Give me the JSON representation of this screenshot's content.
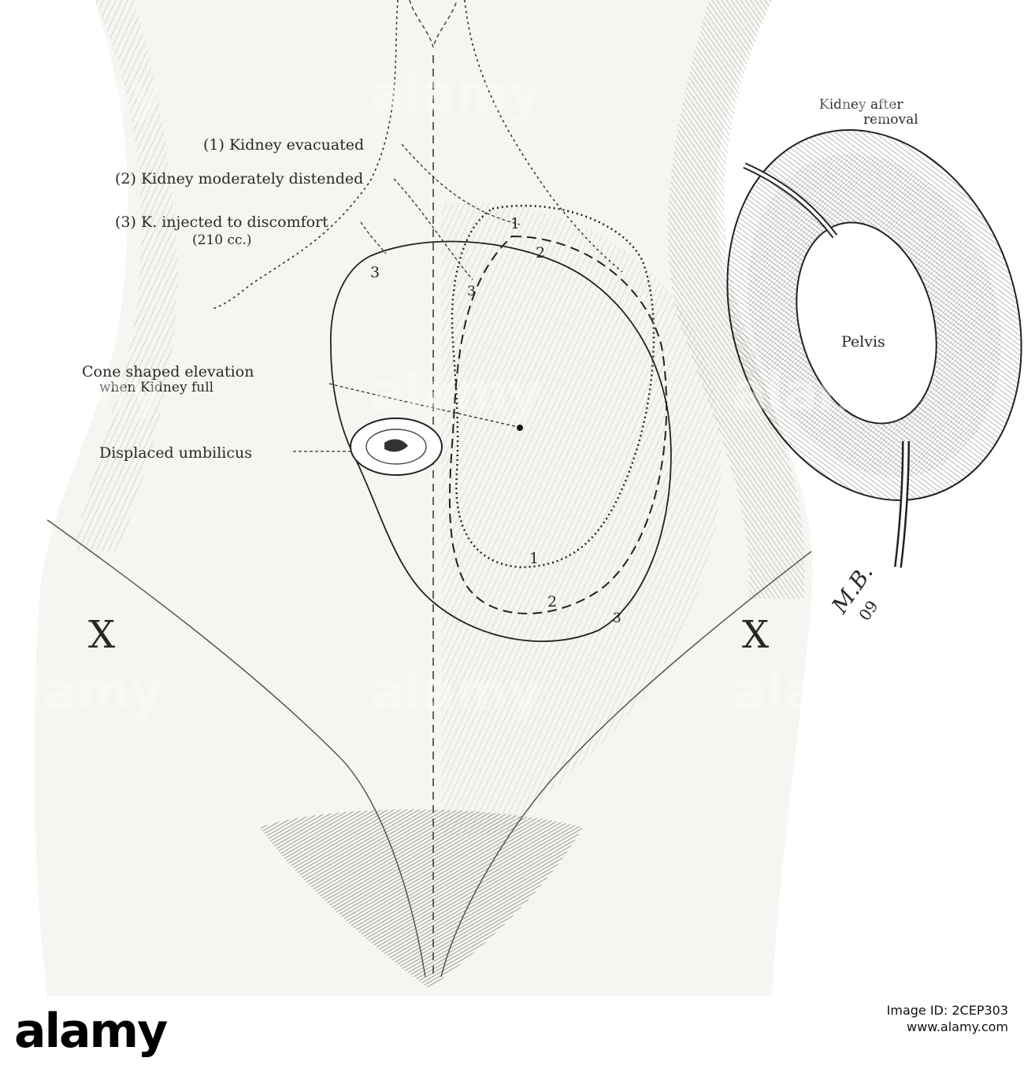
{
  "figure": {
    "labels": {
      "kidney_evacuated": "(1) Kidney evacuated",
      "kidney_moderately_distended": "(2) Kidney moderately distended",
      "kidney_injected": "(3) K. injected to discomfort",
      "injected_volume": "(210 cc.)",
      "cone_line1": "Cone shaped elevation",
      "cone_line2": "when Kidney full",
      "displaced_umbilicus": "Displaced umbilicus",
      "kidney_after_line1": "Kidney after",
      "kidney_after_line2": "removal",
      "pelvis": "Pelvis"
    },
    "outline_numbers": {
      "n1_top": "1",
      "n2_top": "2",
      "n3": "3",
      "n3_inner": "3",
      "n1_bottom": "1",
      "n2_bottom": "2",
      "n3_bottom": "3"
    },
    "marks": {
      "x_left": "X",
      "x_right": "X"
    },
    "signature": {
      "initials": "M.B.",
      "year": "09"
    }
  },
  "footer": {
    "brand": "alamy",
    "image_id": "Image ID: 2CEP303",
    "url": "www.alamy.com"
  },
  "watermark": {
    "text": "alamy"
  }
}
